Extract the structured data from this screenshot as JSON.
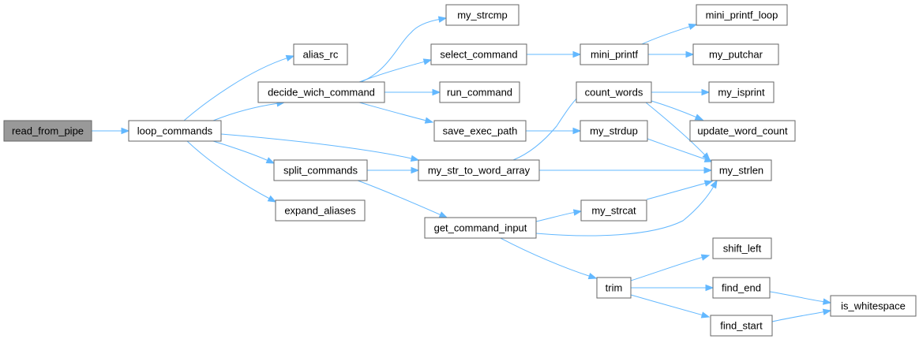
{
  "graph": {
    "root": "read_from_pipe",
    "edge_color": "#63b8ff",
    "node_border_color": "#666666",
    "root_fill_color": "#999999",
    "nodes": [
      {
        "id": "read_from_pipe",
        "label": "read_from_pipe"
      },
      {
        "id": "loop_commands",
        "label": "loop_commands"
      },
      {
        "id": "alias_rc",
        "label": "alias_rc"
      },
      {
        "id": "decide_wich_command",
        "label": "decide_wich_command"
      },
      {
        "id": "split_commands",
        "label": "split_commands"
      },
      {
        "id": "expand_aliases",
        "label": "expand_aliases"
      },
      {
        "id": "my_strcmp",
        "label": "my_strcmp"
      },
      {
        "id": "select_command",
        "label": "select_command"
      },
      {
        "id": "run_command",
        "label": "run_command"
      },
      {
        "id": "save_exec_path",
        "label": "save_exec_path"
      },
      {
        "id": "my_str_to_word_array",
        "label": "my_str_to_word_array"
      },
      {
        "id": "get_command_input",
        "label": "get_command_input"
      },
      {
        "id": "mini_printf",
        "label": "mini_printf"
      },
      {
        "id": "count_words",
        "label": "count_words"
      },
      {
        "id": "my_strdup",
        "label": "my_strdup"
      },
      {
        "id": "my_strcat",
        "label": "my_strcat"
      },
      {
        "id": "trim",
        "label": "trim"
      },
      {
        "id": "mini_printf_loop",
        "label": "mini_printf_loop"
      },
      {
        "id": "my_putchar",
        "label": "my_putchar"
      },
      {
        "id": "my_isprint",
        "label": "my_isprint"
      },
      {
        "id": "update_word_count",
        "label": "update_word_count"
      },
      {
        "id": "my_strlen",
        "label": "my_strlen"
      },
      {
        "id": "shift_left",
        "label": "shift_left"
      },
      {
        "id": "find_end",
        "label": "find_end"
      },
      {
        "id": "find_start",
        "label": "find_start"
      },
      {
        "id": "is_whitespace",
        "label": "is_whitespace"
      }
    ],
    "edges": [
      {
        "from": "read_from_pipe",
        "to": "loop_commands"
      },
      {
        "from": "loop_commands",
        "to": "alias_rc"
      },
      {
        "from": "loop_commands",
        "to": "decide_wich_command"
      },
      {
        "from": "loop_commands",
        "to": "split_commands"
      },
      {
        "from": "loop_commands",
        "to": "expand_aliases"
      },
      {
        "from": "loop_commands",
        "to": "my_str_to_word_array"
      },
      {
        "from": "decide_wich_command",
        "to": "my_strcmp"
      },
      {
        "from": "decide_wich_command",
        "to": "select_command"
      },
      {
        "from": "decide_wich_command",
        "to": "run_command"
      },
      {
        "from": "decide_wich_command",
        "to": "save_exec_path"
      },
      {
        "from": "select_command",
        "to": "mini_printf"
      },
      {
        "from": "mini_printf",
        "to": "mini_printf_loop"
      },
      {
        "from": "mini_printf",
        "to": "my_putchar"
      },
      {
        "from": "save_exec_path",
        "to": "my_strdup"
      },
      {
        "from": "split_commands",
        "to": "my_str_to_word_array"
      },
      {
        "from": "split_commands",
        "to": "get_command_input"
      },
      {
        "from": "my_str_to_word_array",
        "to": "count_words"
      },
      {
        "from": "my_str_to_word_array",
        "to": "my_strlen"
      },
      {
        "from": "count_words",
        "to": "my_isprint"
      },
      {
        "from": "count_words",
        "to": "update_word_count"
      },
      {
        "from": "count_words",
        "to": "my_strlen"
      },
      {
        "from": "my_strdup",
        "to": "my_strlen"
      },
      {
        "from": "get_command_input",
        "to": "my_strcat"
      },
      {
        "from": "get_command_input",
        "to": "my_strlen"
      },
      {
        "from": "get_command_input",
        "to": "trim"
      },
      {
        "from": "my_strcat",
        "to": "my_strlen"
      },
      {
        "from": "trim",
        "to": "shift_left"
      },
      {
        "from": "trim",
        "to": "find_end"
      },
      {
        "from": "trim",
        "to": "find_start"
      },
      {
        "from": "find_end",
        "to": "is_whitespace"
      },
      {
        "from": "find_start",
        "to": "is_whitespace"
      }
    ]
  }
}
